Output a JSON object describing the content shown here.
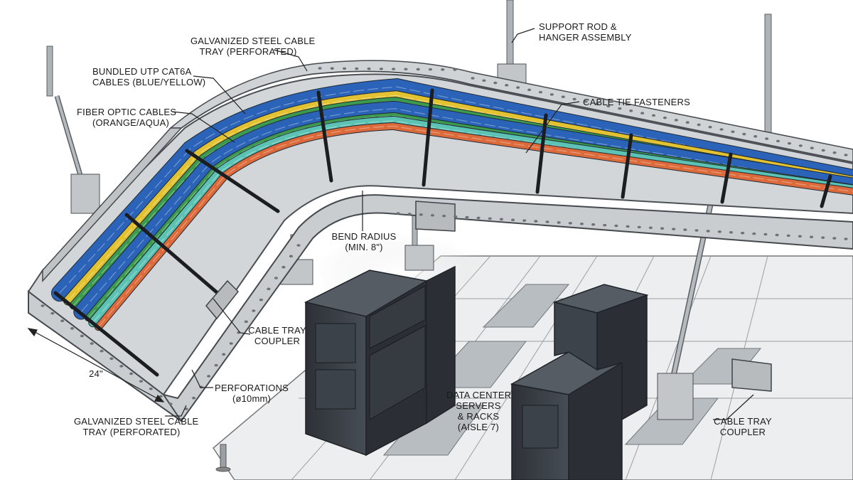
{
  "labels": {
    "tray_top": [
      "GALVANIZED STEEL CABLE",
      "TRAY (PERFORATED)"
    ],
    "cat6a": [
      "BUNDLED UTP CAT6A",
      "CABLES (BLUE/YELLOW)"
    ],
    "fiber": [
      "FIBER OPTIC CABLES",
      "(ORANGE/AQUA)"
    ],
    "support": [
      "SUPPORT ROD &",
      "HANGER ASSEMBLY"
    ],
    "tie": "CABLE TIE FASTENERS",
    "bend": [
      "BEND RADIUS",
      "(MIN. 8\")"
    ],
    "coupler_mid": [
      "CABLE TRAY",
      "COUPLER"
    ],
    "width": "24\"",
    "perf": [
      "PERFORATIONS",
      "(ø10mm)"
    ],
    "datacenter": [
      "DATA CENTER",
      "SERVERS",
      "& RACKS",
      "(AISLE 7)"
    ],
    "tray_bottom": [
      "GALVANIZED STEEL CABLE",
      "TRAY (PERFORATED)"
    ],
    "coupler_right": [
      "CABLE TRAY",
      "COUPLER"
    ]
  },
  "colors": {
    "cat6a_blue": "#2a63b8",
    "cat6a_yellow": "#e3c232",
    "green": "#3c9a4e",
    "fiber_orange": "#dc6a3a",
    "fiber_aqua": "#5cc3b4",
    "steel": "#c9ccce",
    "rack": "#3a3f46"
  }
}
